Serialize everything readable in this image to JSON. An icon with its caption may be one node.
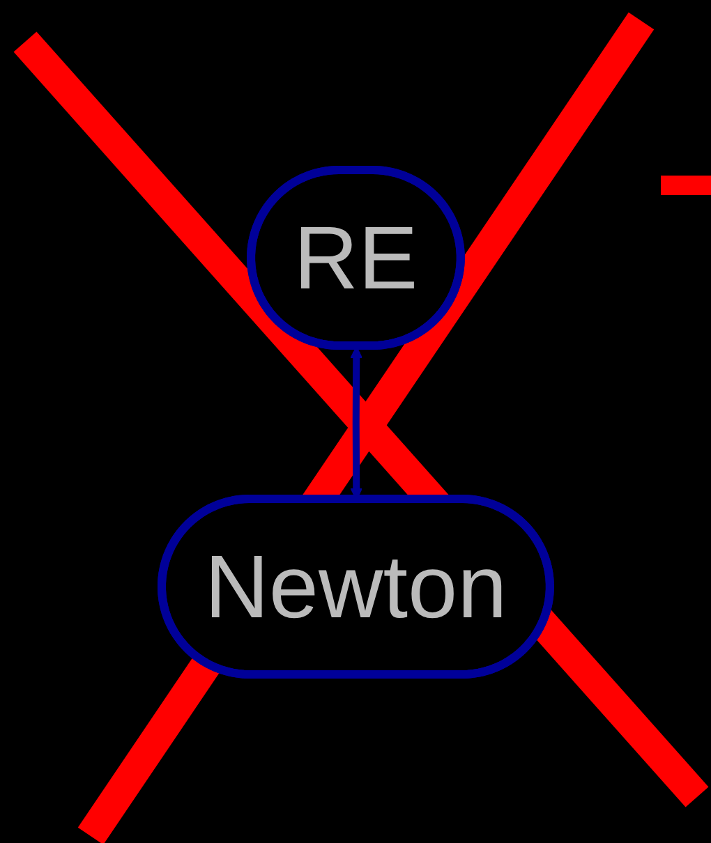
{
  "diagram": {
    "nodes": [
      {
        "text": [
          "RE"
        ]
      },
      {
        "text": [
          "Newton"
        ]
      }
    ],
    "edges": [
      {
        "from": 0,
        "to": 1,
        "arrow": "both"
      }
    ]
  }
}
